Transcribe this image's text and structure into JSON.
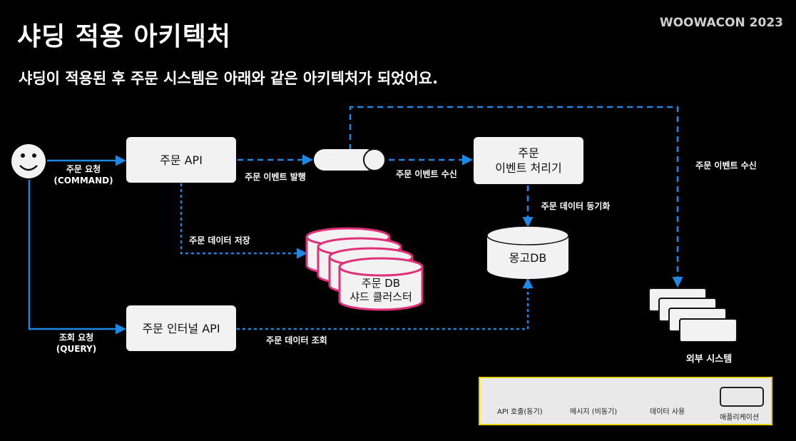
{
  "header": {
    "title": "샤딩 적용 아키텍처",
    "brand": "WOOWACON 2023",
    "subtitle": "샤딩이 적용된 후 주문 시스템은 아래와 같은 아키텍처가 되었어요."
  },
  "nodes": {
    "order_api": "주문 API",
    "order_event_processor": "주문\n이벤트 처리기",
    "order_internal_api": "주문 인터널 API",
    "order_db_cluster": "주문 DB\n샤드 클러스터",
    "mongo_db": "몽고DB",
    "external_system": "외부 시스템"
  },
  "edges": {
    "order_request": "주문 요청\n(COMMAND)",
    "query_request": "조회 요청\n(QUERY)",
    "event_publish": "주문 이벤트 발행",
    "event_receive": "주문 이벤트 수신",
    "external_event_receive": "주문 이벤트 수신",
    "data_sync": "주문 데이터 동기화",
    "data_save": "주문 데이터 저장",
    "data_query": "주문 데이터 조회"
  },
  "legend": {
    "api_call": "API 호출(동기)",
    "message": "메시지 (비동기)",
    "data_use": "데이터 사용",
    "application": "애플리케이션"
  },
  "colors": {
    "arrow": "#1e88e5",
    "db_border": "#e0307a",
    "legend_border": "#e8d400"
  }
}
